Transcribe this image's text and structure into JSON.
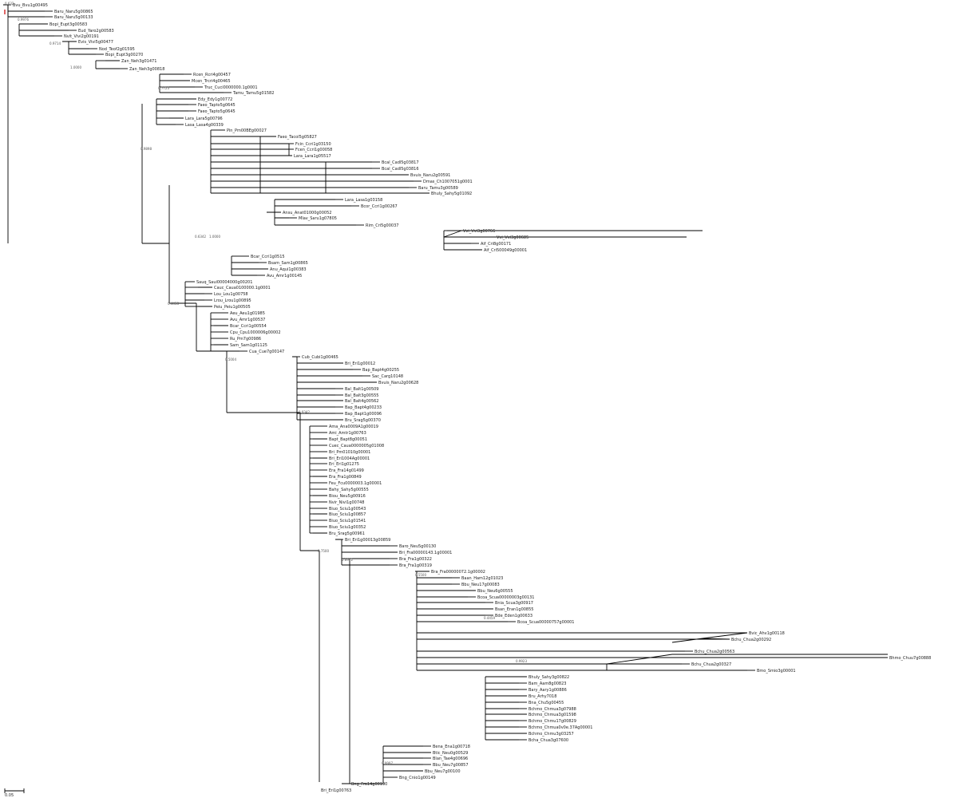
{
  "tree": {
    "scale_bar_label": "0.05",
    "highlight_color": "#cc0000",
    "leaf_labels": [
      "Bvu_Bvu1g00495",
      "Baru_Naru5g00865",
      "Baru_Naru5g00133",
      "Bopi_Eupt3g00583",
      "Eud_Yaro2g00583",
      "Nvit_Vivi2g00191",
      "Evis_Vivi5g00477",
      "Nod_Teof2g01595",
      "Bopi_Eupt3g00270",
      "Zan_Neh3g01471",
      "Zan_Neh3g00818",
      "Rcen_Rcri4g00457",
      "Mcen_Trcri4g00465",
      "Truc_Cuci0000000.1g0001",
      "Tamu_Tamu5g01582",
      "Edy_Edy1g00772",
      "Faeo_Tapto5g0645",
      "Faeo_Tapto5g0645",
      "Lara_Lara5g00796",
      "Lasa_Lasa4g00339",
      "Pin_Pm00BEg00027",
      "Faeo_Tacol5g05827",
      "Fcin_Ccri1g03150",
      "Fcen_Ccri1g00058",
      "Lara_Lara1g05517",
      "Bcal_Cadl5g03817",
      "Bcal_Cadl5g03816",
      "Bvuis_Naru2g00591",
      "Dmas_Ch1007051g0001",
      "Baru_Tamu3g00589",
      "Bhuly_Sahy5g01092",
      "Lara_Lasa1g03158",
      "Bcor_Ccri1g00267",
      "Ansu_Anat01000g00052",
      "Mlav_Saru1g07805",
      "Rim_Cri5g00037",
      "Vvi_Vvi3g00766",
      "Vvi_Vvi3g00685",
      "Aif_Cri8g00171",
      "Aif_Cri500049g00001",
      "Bcar_Ccri1g0515",
      "Bsam_Sam1g00865",
      "Anu_Aqui1g00383",
      "Avu_Amr1g00145",
      "Sauq_Saui00004000g00201",
      "Cauc_Caua0100000.1g0001",
      "Lou_Lou1g00758",
      "Lrou_Lrou1g00895",
      "Peiu_Peiu1g00505",
      "Aeu_Aeu1g01985",
      "Avu_Amr1g00537",
      "Bcar_Ccri1g00554",
      "Cpu_Cpu1000006g00002",
      "Ru_Pm7g00986",
      "Sam_Sam1g01125",
      "Cua_Cue7g00147",
      "Cub_Cubi1g00465",
      "Bri_Eri1g00012",
      "Bap_Bapt4g00255",
      "Sac_Carg10148",
      "Bvuis_Naru2g00628",
      "Bal_Balt1g00509",
      "Bal_Balt3g00555",
      "Bal_Balt4g00562",
      "Bap_Bapt4g00233",
      "Bap_Bapt1g00096",
      "Bru_Srag5g00370",
      "Ama_Ana0009A1g00019",
      "Ami_Amtr1g00763",
      "Bapt_Bapt8g00051",
      "Cuec_Caua0000005g01008",
      "Bri_Pm01010g00001",
      "Bri_Eri1004Ag00001",
      "Eri_Eri1g01275",
      "Era_Fra14g01499",
      "Era_Fra1g00849",
      "Feu_Fcu0000003.1g00001",
      "Bahy_Sahy5g00555",
      "Biou_Neu5g00916",
      "Nvir_Nivi1g00748",
      "Biuo_Sciu1g00543",
      "Biuo_Sciu1g00857",
      "Biuo_Sciu1g01541",
      "Biuo_Sciu1g00352",
      "Bru_Srag5g00961",
      "Bri_Eri1g00013g00859",
      "Baro_Neu5g00130",
      "Bri_Fra00000143.1g00001",
      "Bra_Fra1g00322",
      "Bra_Fra1g00319",
      "Bra_Fra00000072.1g00002",
      "Baan_Ham12g01023",
      "Bbu_Neu17g00083",
      "Bbu_Neu6g00555",
      "Bcoa_Scua00000003g00131",
      "Bnia_Scua3g00917",
      "Bsan_Eran1g00855",
      "Bde_Eden1g00633",
      "Bcoa_Scua00000757g00001",
      "Bvic_Ahv1g00118",
      "Bchu_Chua2g00292",
      "Bchu_Chua2g00563",
      "Bhmo_Chuu7g00888",
      "Bchu_Chua2g00327",
      "Bmo_Smio3g00001",
      "Bhuly_Sahy3g00822",
      "Bam_Aam8g00823",
      "Bary_Aary1g00886",
      "Bru_Arhy7018",
      "Bna_Chu5g00455",
      "Bchmo_Chmua3g07988",
      "Bchmo_Chmua3g01598",
      "Bchmo_Chmu17g00829",
      "Bchmo_Chmua0v0e.37Ag00001",
      "Bchmo_Chmu3g03257",
      "Bcha_Chua3g07600",
      "Bena_Ena1g00718",
      "Btic_Neu0g00529",
      "Blan_Tae4g00696",
      "Bbu_Neu7g00857",
      "Bbu_Neu7g00100",
      "Bng_Cnio1g00149",
      "Bng_Fra14g00190",
      "Bri_Eri1g00763"
    ],
    "support_values": [
      "0.632",
      "0.9976",
      "0.9714",
      "1.0000",
      "0.7723",
      "0.9898",
      "0.6342",
      "0.4458",
      "0.5004",
      "0.9342",
      "0.7500",
      "0.8912",
      "0.5500",
      "0.4459",
      "0.9923",
      "0.9997",
      "1.0000"
    ]
  }
}
